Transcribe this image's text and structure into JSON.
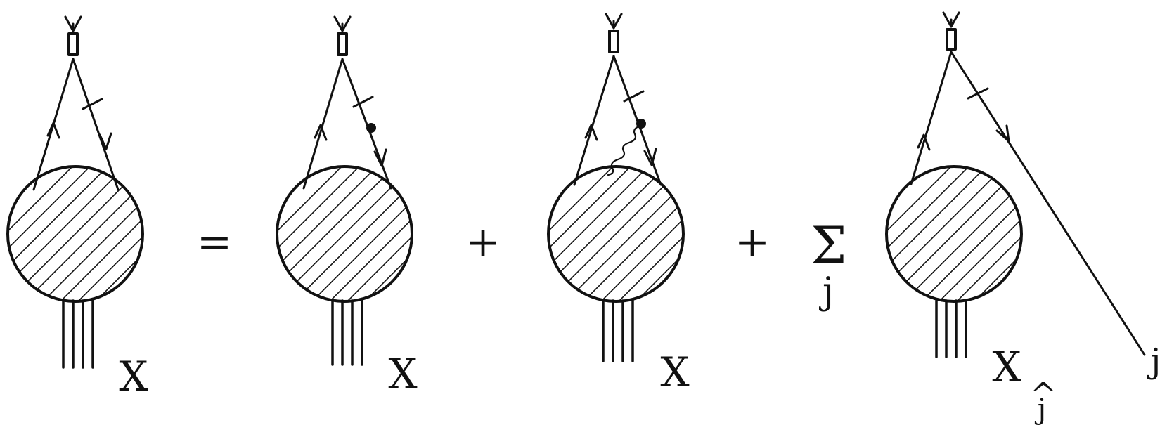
{
  "diagram": {
    "equals": "=",
    "plus_1": "+",
    "plus_2": "+",
    "sum_symbol": "Σ",
    "sum_index": "j",
    "blob_labels": [
      "X",
      "X",
      "X",
      "X"
    ],
    "blob_4_subscript": "j",
    "blob_4_subscript_hat": "^",
    "external_leg_label": "j"
  },
  "colors": {
    "ink": "#111111",
    "background": "#ffffff"
  }
}
